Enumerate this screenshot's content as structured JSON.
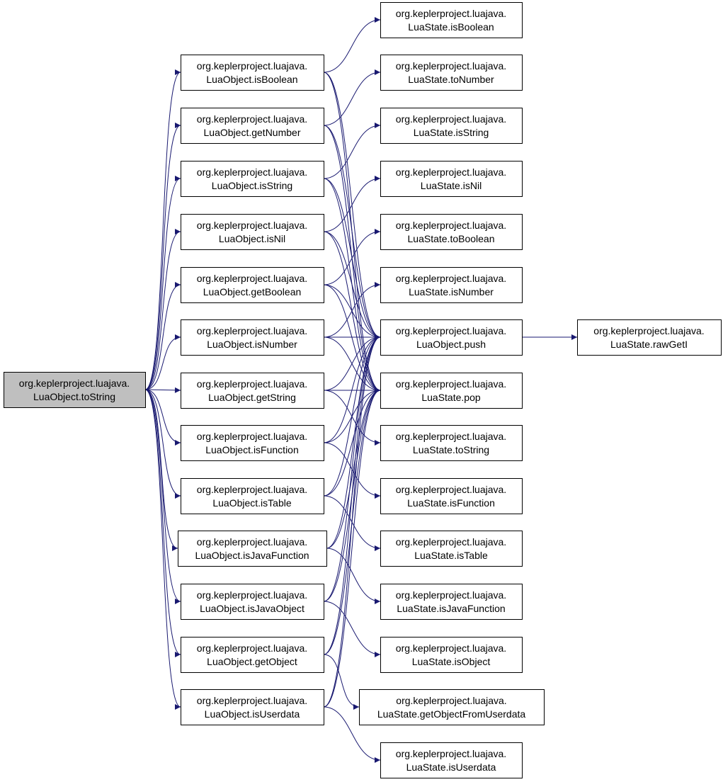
{
  "colors": {
    "edge": "#191970",
    "node_border": "#000000",
    "node_fill": "#ffffff",
    "root_fill": "#bfbfbf"
  },
  "nodes": [
    {
      "id": "root",
      "line1": "org.keplerproject.luajava.",
      "line2": "LuaObject.toString",
      "root": true
    },
    {
      "id": "lo_isBoolean",
      "line1": "org.keplerproject.luajava.",
      "line2": "LuaObject.isBoolean"
    },
    {
      "id": "lo_getNumber",
      "line1": "org.keplerproject.luajava.",
      "line2": "LuaObject.getNumber"
    },
    {
      "id": "lo_isString",
      "line1": "org.keplerproject.luajava.",
      "line2": "LuaObject.isString"
    },
    {
      "id": "lo_isNil",
      "line1": "org.keplerproject.luajava.",
      "line2": "LuaObject.isNil"
    },
    {
      "id": "lo_getBoolean",
      "line1": "org.keplerproject.luajava.",
      "line2": "LuaObject.getBoolean"
    },
    {
      "id": "lo_isNumber",
      "line1": "org.keplerproject.luajava.",
      "line2": "LuaObject.isNumber"
    },
    {
      "id": "lo_getString",
      "line1": "org.keplerproject.luajava.",
      "line2": "LuaObject.getString"
    },
    {
      "id": "lo_isFunction",
      "line1": "org.keplerproject.luajava.",
      "line2": "LuaObject.isFunction"
    },
    {
      "id": "lo_isTable",
      "line1": "org.keplerproject.luajava.",
      "line2": "LuaObject.isTable"
    },
    {
      "id": "lo_isJavaFunction",
      "line1": "org.keplerproject.luajava.",
      "line2": "LuaObject.isJavaFunction"
    },
    {
      "id": "lo_isJavaObject",
      "line1": "org.keplerproject.luajava.",
      "line2": "LuaObject.isJavaObject"
    },
    {
      "id": "lo_getObject",
      "line1": "org.keplerproject.luajava.",
      "line2": "LuaObject.getObject"
    },
    {
      "id": "lo_isUserdata",
      "line1": "org.keplerproject.luajava.",
      "line2": "LuaObject.isUserdata"
    },
    {
      "id": "ls_isBoolean",
      "line1": "org.keplerproject.luajava.",
      "line2": "LuaState.isBoolean"
    },
    {
      "id": "ls_toNumber",
      "line1": "org.keplerproject.luajava.",
      "line2": "LuaState.toNumber"
    },
    {
      "id": "ls_isString",
      "line1": "org.keplerproject.luajava.",
      "line2": "LuaState.isString"
    },
    {
      "id": "ls_isNil",
      "line1": "org.keplerproject.luajava.",
      "line2": "LuaState.isNil"
    },
    {
      "id": "ls_toBoolean",
      "line1": "org.keplerproject.luajava.",
      "line2": "LuaState.toBoolean"
    },
    {
      "id": "ls_isNumber",
      "line1": "org.keplerproject.luajava.",
      "line2": "LuaState.isNumber"
    },
    {
      "id": "lo_push",
      "line1": "org.keplerproject.luajava.",
      "line2": "LuaObject.push"
    },
    {
      "id": "ls_pop",
      "line1": "org.keplerproject.luajava.",
      "line2": "LuaState.pop"
    },
    {
      "id": "ls_toString",
      "line1": "org.keplerproject.luajava.",
      "line2": "LuaState.toString"
    },
    {
      "id": "ls_isFunction",
      "line1": "org.keplerproject.luajava.",
      "line2": "LuaState.isFunction"
    },
    {
      "id": "ls_isTable",
      "line1": "org.keplerproject.luajava.",
      "line2": "LuaState.isTable"
    },
    {
      "id": "ls_isJavaFunction",
      "line1": "org.keplerproject.luajava.",
      "line2": "LuaState.isJavaFunction"
    },
    {
      "id": "ls_isObject",
      "line1": "org.keplerproject.luajava.",
      "line2": "LuaState.isObject"
    },
    {
      "id": "ls_getObjectFromUserdata",
      "line1": "org.keplerproject.luajava.",
      "line2": "LuaState.getObjectFromUserdata"
    },
    {
      "id": "ls_isUserdata",
      "line1": "org.keplerproject.luajava.",
      "line2": "LuaState.isUserdata"
    },
    {
      "id": "ls_rawGetI",
      "line1": "org.keplerproject.luajava.",
      "line2": "LuaState.rawGetI"
    }
  ],
  "edges": [
    [
      "root",
      "lo_isBoolean"
    ],
    [
      "root",
      "lo_getNumber"
    ],
    [
      "root",
      "lo_isString"
    ],
    [
      "root",
      "lo_isNil"
    ],
    [
      "root",
      "lo_getBoolean"
    ],
    [
      "root",
      "lo_isNumber"
    ],
    [
      "root",
      "lo_getString"
    ],
    [
      "root",
      "lo_isFunction"
    ],
    [
      "root",
      "lo_isTable"
    ],
    [
      "root",
      "lo_isJavaFunction"
    ],
    [
      "root",
      "lo_isJavaObject"
    ],
    [
      "root",
      "lo_getObject"
    ],
    [
      "root",
      "lo_isUserdata"
    ],
    [
      "lo_isBoolean",
      "ls_isBoolean"
    ],
    [
      "lo_isBoolean",
      "lo_push"
    ],
    [
      "lo_isBoolean",
      "ls_pop"
    ],
    [
      "lo_getNumber",
      "ls_toNumber"
    ],
    [
      "lo_getNumber",
      "lo_push"
    ],
    [
      "lo_getNumber",
      "ls_pop"
    ],
    [
      "lo_isString",
      "ls_isString"
    ],
    [
      "lo_isString",
      "lo_push"
    ],
    [
      "lo_isString",
      "ls_pop"
    ],
    [
      "lo_isNil",
      "ls_isNil"
    ],
    [
      "lo_isNil",
      "lo_push"
    ],
    [
      "lo_isNil",
      "ls_pop"
    ],
    [
      "lo_getBoolean",
      "ls_toBoolean"
    ],
    [
      "lo_getBoolean",
      "lo_push"
    ],
    [
      "lo_getBoolean",
      "ls_pop"
    ],
    [
      "lo_isNumber",
      "ls_isNumber"
    ],
    [
      "lo_isNumber",
      "lo_push"
    ],
    [
      "lo_isNumber",
      "ls_pop"
    ],
    [
      "lo_getString",
      "lo_push"
    ],
    [
      "lo_getString",
      "ls_pop"
    ],
    [
      "lo_getString",
      "ls_toString"
    ],
    [
      "lo_isFunction",
      "lo_push"
    ],
    [
      "lo_isFunction",
      "ls_pop"
    ],
    [
      "lo_isFunction",
      "ls_isFunction"
    ],
    [
      "lo_isTable",
      "lo_push"
    ],
    [
      "lo_isTable",
      "ls_pop"
    ],
    [
      "lo_isTable",
      "ls_isTable"
    ],
    [
      "lo_isJavaFunction",
      "lo_push"
    ],
    [
      "lo_isJavaFunction",
      "ls_pop"
    ],
    [
      "lo_isJavaFunction",
      "ls_isJavaFunction"
    ],
    [
      "lo_isJavaObject",
      "lo_push"
    ],
    [
      "lo_isJavaObject",
      "ls_pop"
    ],
    [
      "lo_isJavaObject",
      "ls_isObject"
    ],
    [
      "lo_getObject",
      "lo_push"
    ],
    [
      "lo_getObject",
      "ls_pop"
    ],
    [
      "lo_getObject",
      "ls_getObjectFromUserdata"
    ],
    [
      "lo_isUserdata",
      "lo_push"
    ],
    [
      "lo_isUserdata",
      "ls_pop"
    ],
    [
      "lo_isUserdata",
      "ls_isUserdata"
    ],
    [
      "lo_push",
      "ls_rawGetI"
    ]
  ]
}
